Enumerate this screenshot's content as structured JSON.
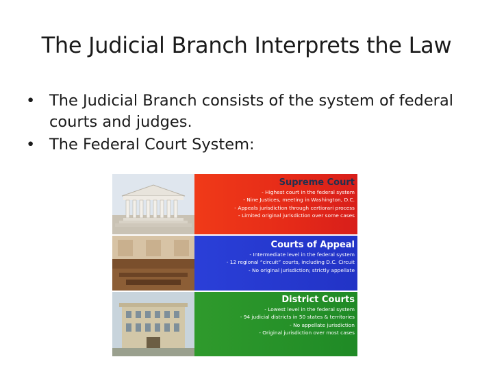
{
  "slide": {
    "title": "The Judicial Branch Interprets the Law",
    "bullets": [
      "The Judicial Branch consists of the system of federal courts and judges.",
      "The Federal Court System:"
    ],
    "bullet_glyph": "•"
  },
  "figure": {
    "supreme": {
      "heading": "Supreme Court",
      "lines": [
        "- Highest court in the federal system",
        "- Nine Justices, meeting in Washington, D.C.",
        "- Appeals jurisdiction through certiorari process",
        "- Limited original jurisdiction over some cases"
      ],
      "color": "#e52a18"
    },
    "appeals": {
      "heading": "Courts of Appeal",
      "lines": [
        "- Intermediate level in the federal system",
        "- 12 regional “circuit” courts, including D.C. Circuit",
        "- No original jurisdiction; strictly appellate"
      ],
      "color": "#2233c6"
    },
    "district": {
      "heading": "District Courts",
      "lines": [
        "- Lowest level in the federal system",
        "- 94 judicial districts in 50 states & territories",
        "- No appellate jurisdiction",
        "- Original jurisdiction over most cases"
      ],
      "color": "#1f8a26"
    }
  }
}
